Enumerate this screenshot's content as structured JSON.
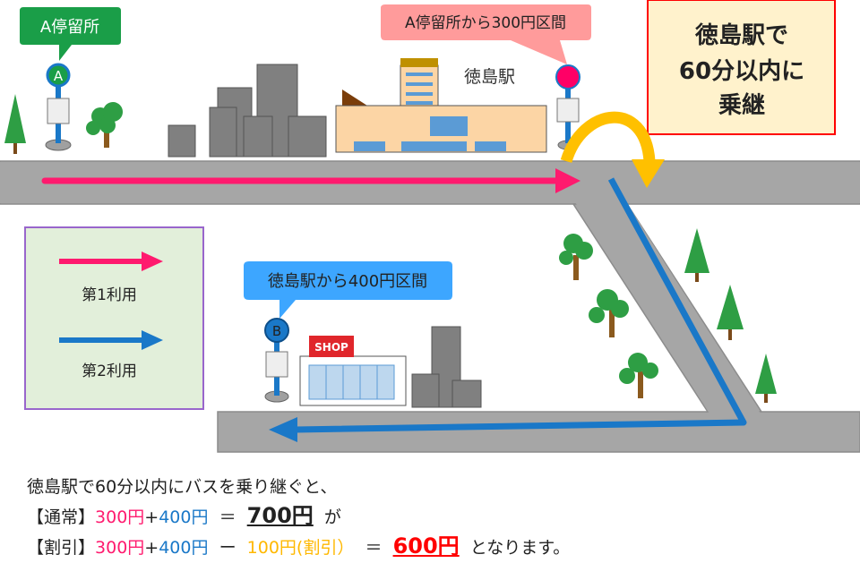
{
  "labels": {
    "stop_a": "A停留所",
    "stop_a_marker": "A",
    "stop_b_marker": "B",
    "station": "徳島駅",
    "shop": "SHOP",
    "callout_a": "A停留所から300円区間",
    "callout_b": "徳島駅から400円区間",
    "transfer_box": [
      "徳島駅で",
      "60分以内に",
      "乗継"
    ]
  },
  "legend": {
    "first": "第1利用",
    "second": "第2利用"
  },
  "summary": {
    "line1": "徳島駅で60分以内にバスを乗り継ぐと、",
    "normal": {
      "label": "【通常】",
      "a": "300円",
      "plus": "+",
      "b": "400円",
      "eq": "＝",
      "total": "700円",
      "suffix": "が"
    },
    "discount": {
      "label": "【割引】",
      "a": "300円",
      "plus": "+",
      "b": "400円",
      "minus": "ー",
      "disc": "100円(割引）",
      "eq": "＝",
      "total": "600円",
      "suffix": "となります。"
    }
  },
  "colors": {
    "first_use": "#ff1a6e",
    "second_use": "#1a78c8",
    "transfer": "#ffc000",
    "road": "#a6a6a6"
  }
}
